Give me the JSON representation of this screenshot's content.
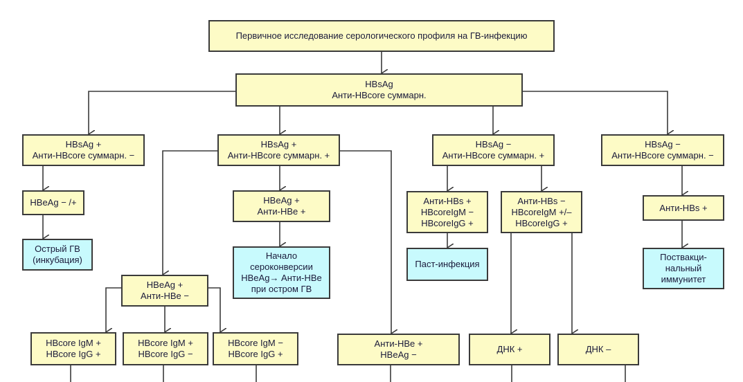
{
  "title": "Первичное исследование серологического профиля на ГВ-инфекцию",
  "colors": {
    "test_box": "#fdfbc6",
    "outcome_box": "#c8fafd",
    "border": "#3a3a3a"
  },
  "nodes": {
    "root": "Первичное исследование серологического профиля на ГВ-инфекцию",
    "markers": "HBsAg\nАнти-HBcore суммарн.",
    "a": "HBsAg +\nАнти-HBcore суммарн. −",
    "b": "HBsAg +\nАнти-HBcore суммарн. +",
    "c": "HBsAg −\nАнти-HBcore суммарн. +",
    "d": "HBsAg −\nАнти-HBcore суммарн. −",
    "a1": "HBeAg − /+",
    "a2": "Острый ГВ\n(инкубация)",
    "b1": "HBeAg +\nАнти-HBe +",
    "b2": "Начало\nсероконверсии\nHBeAg→ Анти-HBe\nпри остром ГВ",
    "b3": "HBeAg +\nАнти-HBe −",
    "b3a": "HBcore IgM +\nHBcore IgG +",
    "b3b": "HBcore IgM +\nHBcore IgG −",
    "b3c": "HBcore IgM −\nHBcore IgG +",
    "b4": "Анти-HBe +\nHBeAg −",
    "c1": "Анти-HBs +\nHBcoreIgM −\nHBcoreIgG +",
    "c1a": "Паст-инфекция",
    "c2": "Анти-HBs −\nHBcoreIgM +/–\nHBcoreIgG +",
    "c2a": "ДНК +",
    "c2b": "ДНК –",
    "d1": "Анти-HBs +",
    "d2": "Поствакци-\nнальный\nиммунитет"
  }
}
